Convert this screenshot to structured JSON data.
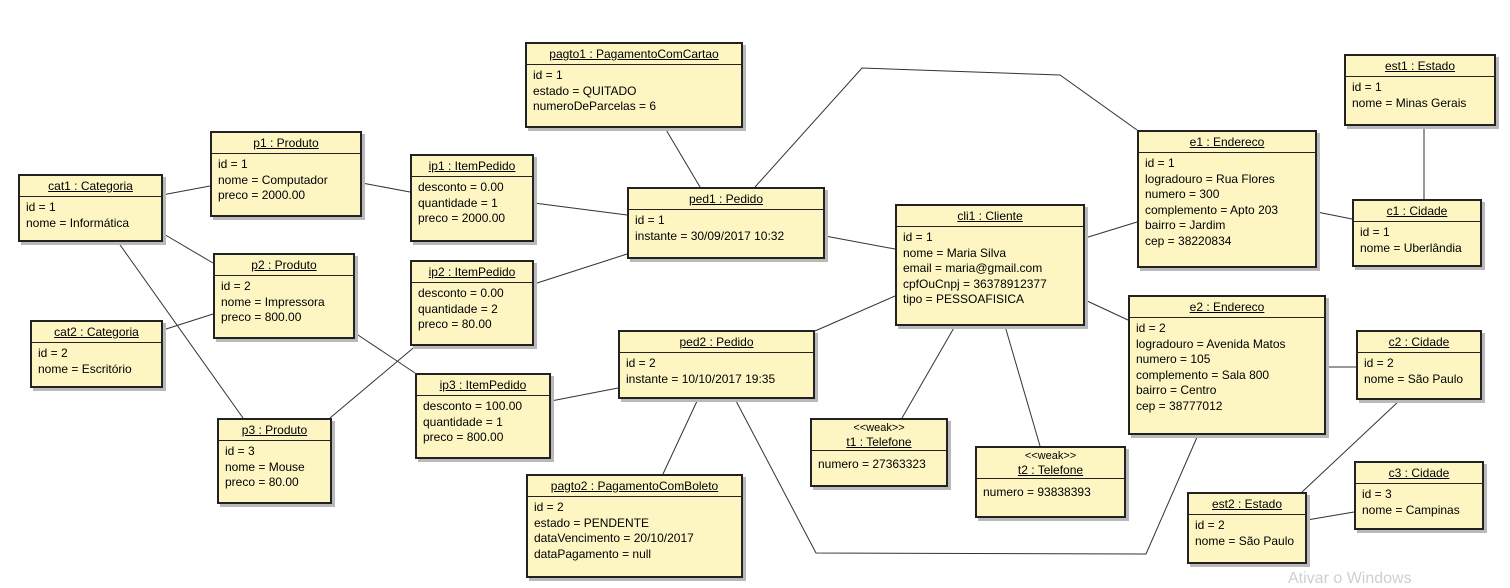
{
  "objects": {
    "cat1": {
      "title": "cat1 : Categoria",
      "attrs": [
        "id = 1",
        "nome = Informática"
      ]
    },
    "cat2": {
      "title": "cat2 : Categoria",
      "attrs": [
        "id = 2",
        "nome = Escritório"
      ]
    },
    "p1": {
      "title": "p1 : Produto",
      "attrs": [
        "id = 1",
        "nome = Computador",
        "preco = 2000.00"
      ]
    },
    "p2": {
      "title": "p2 : Produto",
      "attrs": [
        "id = 2",
        "nome = Impressora",
        "preco = 800.00"
      ]
    },
    "p3": {
      "title": "p3 : Produto",
      "attrs": [
        "id = 3",
        "nome = Mouse",
        "preco = 80.00"
      ]
    },
    "ip1": {
      "title": "ip1 : ItemPedido",
      "attrs": [
        "desconto = 0.00",
        "quantidade = 1",
        "preco = 2000.00"
      ]
    },
    "ip2": {
      "title": "ip2 : ItemPedido",
      "attrs": [
        "desconto = 0.00",
        "quantidade = 2",
        "preco = 80.00"
      ]
    },
    "ip3": {
      "title": "ip3 : ItemPedido",
      "attrs": [
        "desconto = 100.00",
        "quantidade = 1",
        "preco = 800.00"
      ]
    },
    "pagto1": {
      "title": "pagto1 : PagamentoComCartao",
      "attrs": [
        "id = 1",
        "estado = QUITADO",
        "numeroDeParcelas = 6"
      ]
    },
    "pagto2": {
      "title": "pagto2 : PagamentoComBoleto",
      "attrs": [
        "id = 2",
        "estado = PENDENTE",
        "dataVencimento = 20/10/2017",
        "dataPagamento = null"
      ]
    },
    "ped1": {
      "title": "ped1 : Pedido",
      "attrs": [
        "id = 1",
        "instante = 30/09/2017 10:32"
      ]
    },
    "ped2": {
      "title": "ped2 : Pedido",
      "attrs": [
        "id = 2",
        "instante = 10/10/2017 19:35"
      ]
    },
    "cli1": {
      "title": "cli1 : Cliente",
      "attrs": [
        "id = 1",
        "nome = Maria Silva",
        "email = maria@gmail.com",
        "cpfOuCnpj = 36378912377",
        "tipo = PESSOAFISICA"
      ]
    },
    "t1": {
      "stereotype": "<<weak>>",
      "title": "t1 : Telefone",
      "attrs": [
        "numero = 27363323"
      ]
    },
    "t2": {
      "stereotype": "<<weak>>",
      "title": "t2 : Telefone",
      "attrs": [
        "numero = 93838393"
      ]
    },
    "e1": {
      "title": "e1 : Endereco",
      "attrs": [
        "id = 1",
        "logradouro = Rua Flores",
        "numero = 300",
        "complemento = Apto 203",
        "bairro = Jardim",
        "cep = 38220834"
      ]
    },
    "e2": {
      "title": "e2 : Endereco",
      "attrs": [
        "id = 2",
        "logradouro = Avenida Matos",
        "numero = 105",
        "complemento = Sala 800",
        "bairro = Centro",
        "cep = 38777012"
      ]
    },
    "c1": {
      "title": "c1 : Cidade",
      "attrs": [
        "id = 1",
        "nome = Uberlândia"
      ]
    },
    "c2": {
      "title": "c2 : Cidade",
      "attrs": [
        "id = 2",
        "nome = São Paulo"
      ]
    },
    "c3": {
      "title": "c3 : Cidade",
      "attrs": [
        "id = 3",
        "nome = Campinas"
      ]
    },
    "est1": {
      "title": "est1 : Estado",
      "attrs": [
        "id = 1",
        "nome = Minas Gerais"
      ]
    },
    "est2": {
      "title": "est2 : Estado",
      "attrs": [
        "id = 2",
        "nome = São Paulo"
      ]
    }
  },
  "links": [
    [
      "cat1",
      "p1"
    ],
    [
      "cat1",
      "p2"
    ],
    [
      "cat1",
      "p3"
    ],
    [
      "cat2",
      "p2"
    ],
    [
      "p1",
      "ip1"
    ],
    [
      "p2",
      "ip3"
    ],
    [
      "p3",
      "ip2"
    ],
    [
      "ip1",
      "ped1"
    ],
    [
      "ip2",
      "ped1"
    ],
    [
      "ip3",
      "ped2"
    ],
    [
      "pagto1",
      "ped1"
    ],
    [
      "pagto2",
      "ped2"
    ],
    [
      "ped1",
      "cli1"
    ],
    [
      "ped2",
      "cli1"
    ],
    [
      "ped1",
      "e1"
    ],
    [
      "ped2",
      "e2"
    ],
    [
      "cli1",
      "e1"
    ],
    [
      "cli1",
      "e2"
    ],
    [
      "cli1",
      "t1"
    ],
    [
      "cli1",
      "t2"
    ],
    [
      "e1",
      "c1"
    ],
    [
      "c1",
      "est1"
    ],
    [
      "e2",
      "c2"
    ],
    [
      "c2",
      "est2"
    ],
    [
      "est2",
      "c3"
    ]
  ],
  "watermark": "Ativar o Windows"
}
